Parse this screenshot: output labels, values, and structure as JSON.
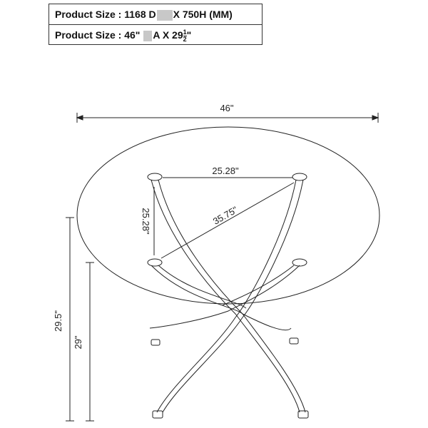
{
  "specs": {
    "metric_prefix": "Product Size : 1168 D",
    "metric_suffix": "X 750H (MM)",
    "imperial_prefix": "Product Size : 46\"",
    "imperial_mid": "A X 29",
    "frac_num": "1",
    "frac_den": "2",
    "imperial_suffix": "\""
  },
  "dimensions": {
    "diameter": "46\"",
    "leg_span_horizontal": "25.28\"",
    "leg_span_vertical": "25.28\"",
    "leg_span_diagonal": "35.75\"",
    "total_height": "29.5\"",
    "leg_height": "29\""
  }
}
